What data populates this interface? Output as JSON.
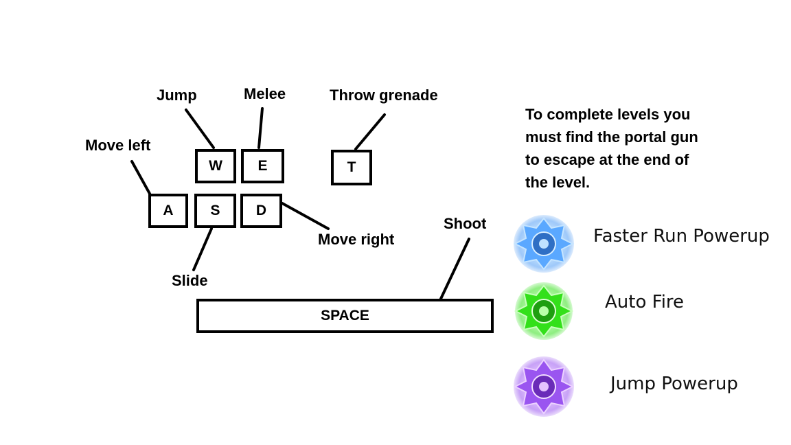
{
  "keys": {
    "w": "W",
    "e": "E",
    "t": "T",
    "a": "A",
    "s": "S",
    "d": "D",
    "space": "SPACE"
  },
  "labels": {
    "jump": "Jump",
    "melee": "Melee",
    "throw_grenade": "Throw grenade",
    "move_left": "Move left",
    "move_right": "Move right",
    "slide": "Slide",
    "shoot": "Shoot"
  },
  "info": {
    "lines": [
      "To complete levels you",
      "must find the portal gun",
      "to escape at the end of",
      "the level."
    ]
  },
  "powerups": [
    {
      "label": "Faster Run Powerup",
      "icon": "blue-gear-powerup-icon",
      "color": "#5aa8ff",
      "glow": "#9fd3ff"
    },
    {
      "label": "Auto Fire",
      "icon": "green-gear-powerup-icon",
      "color": "#33e01a",
      "glow": "#8dff7a"
    },
    {
      "label": "Jump Powerup",
      "icon": "purple-gear-powerup-icon",
      "color": "#9a55f0",
      "glow": "#d39cff"
    }
  ]
}
